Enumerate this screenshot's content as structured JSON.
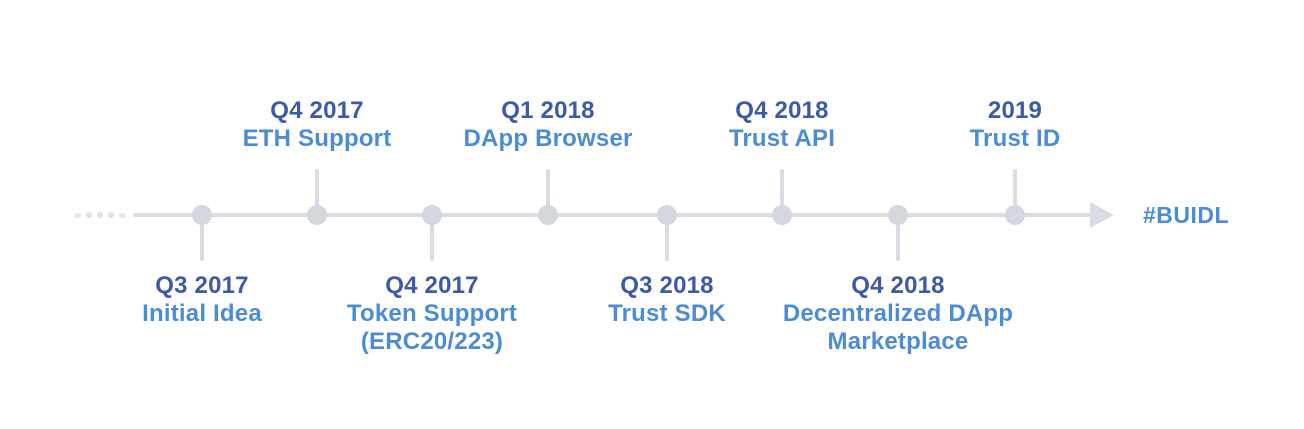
{
  "timeline": {
    "hashtag": "#BUIDL",
    "colors": {
      "period_text": "#3c5aa7",
      "title_text": "#4c8cd5",
      "axis_gray": "#d9dde3",
      "node_gray": "#d4d8de",
      "background": "#ffffff"
    },
    "milestones": [
      {
        "period": "Q3 2017",
        "title": "Initial Idea",
        "side": "below"
      },
      {
        "period": "Q4 2017",
        "title": "ETH Support",
        "side": "above"
      },
      {
        "period": "Q4 2017",
        "title": "Token Support",
        "title2": "(ERC20/223)",
        "side": "below"
      },
      {
        "period": "Q1 2018",
        "title": "DApp Browser",
        "side": "above"
      },
      {
        "period": "Q3 2018",
        "title": "Trust SDK",
        "side": "below"
      },
      {
        "period": "Q4 2018",
        "title": "Trust API",
        "side": "above"
      },
      {
        "period": "Q4 2018",
        "title": "Decentralized DApp",
        "title2": "Marketplace",
        "side": "below"
      },
      {
        "period": "2019",
        "title": "Trust ID",
        "side": "above"
      }
    ]
  }
}
